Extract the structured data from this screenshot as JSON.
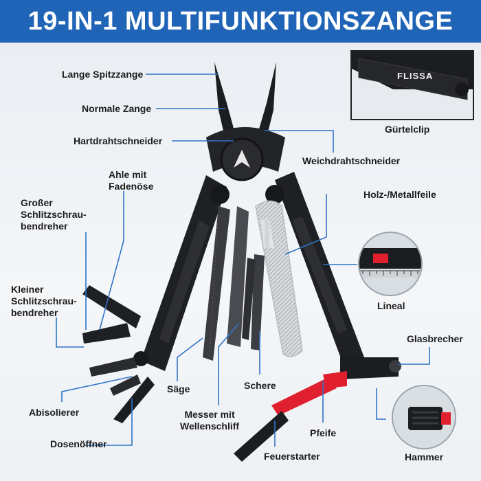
{
  "header": {
    "title": "19-IN-1 MULTIFUNKTIONSZANGE"
  },
  "brand": {
    "logo_text": "FLISSA"
  },
  "labels": {
    "lange_spitzzange": "Lange Spitzzange",
    "normale_zange": "Normale Zange",
    "hartdrahtschneider": "Hartdrahtschneider",
    "weichdrahtschneider": "Weichdrahtschneider",
    "ahle_line1": "Ahle mit",
    "ahle_line2": "Fadenöse",
    "grosser_line1": "Großer",
    "grosser_line2": "Schlitzschrau-",
    "grosser_line3": "bendreher",
    "kleiner_line1": "Kleiner",
    "kleiner_line2": "Schlitzschrau-",
    "kleiner_line3": "bendreher",
    "abisolierer": "Abisolierer",
    "dosenoeffner": "Dosenöffner",
    "saege": "Säge",
    "messer_line1": "Messer mit",
    "messer_line2": "Wellenschliff",
    "schere": "Schere",
    "feuerstarter": "Feuerstarter",
    "pfeife": "Pfeife",
    "hammer": "Hammer",
    "glasbrecher": "Glasbrecher",
    "lineal": "Lineal",
    "holz_metallfeile": "Holz-/Metallfeile",
    "guertelclip": "Gürtelclip"
  },
  "colors": {
    "banner": "#1f64b6",
    "leader": "#2f73c8",
    "tool_body": "#1c1d20",
    "accent_red": "#e0202f"
  }
}
